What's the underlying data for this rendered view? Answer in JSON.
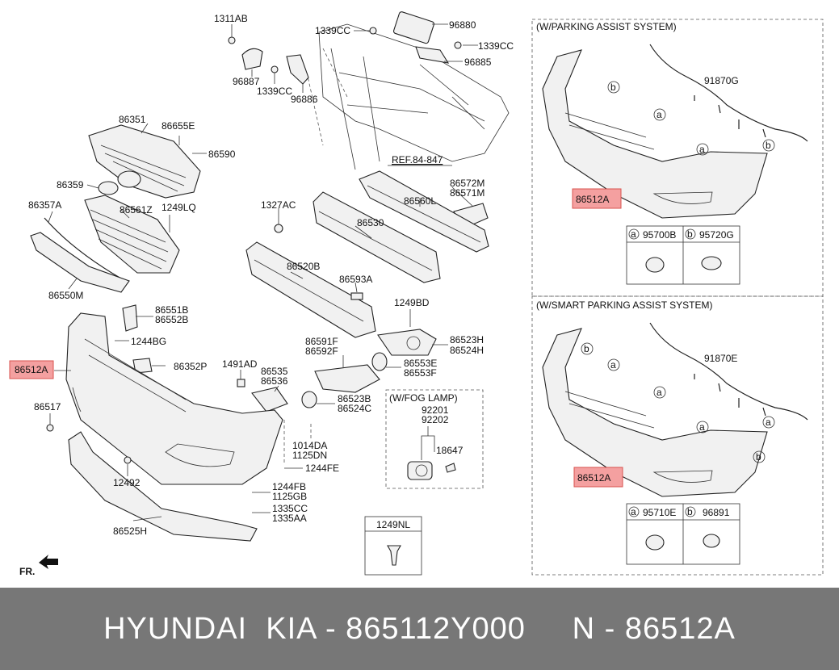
{
  "labels": {
    "l1311AB": "1311AB",
    "l1339CC_a": "1339CC",
    "l96880": "96880",
    "l1339CC_b": "1339CC",
    "l96885": "96885",
    "l96887": "96887",
    "l1339CC_c": "1339CC",
    "l96886": "96886",
    "ref": "REF.84-847",
    "l86351": "86351",
    "l86655E": "86655E",
    "l86590": "86590",
    "l86359": "86359",
    "l86357A": "86357A",
    "l86561Z": "86561Z",
    "l1249LQ": "1249LQ",
    "l86550M": "86550M",
    "l86572M": "86572M",
    "l86571M": "86571M",
    "l86560L": "86560L",
    "l1327AC": "1327AC",
    "l86530": "86530",
    "l86520B": "86520B",
    "l86593A": "86593A",
    "l86551B": "86551B",
    "l86552B": "86552B",
    "l1244BG": "1244BG",
    "l86512A": "86512A",
    "l86352P": "86352P",
    "l1249BD": "1249BD",
    "l86523H": "86523H",
    "l86524H": "86524H",
    "l86591F": "86591F",
    "l86592F": "86592F",
    "l86553E": "86553E",
    "l86553F": "86553F",
    "l1491AD": "1491AD",
    "l86535": "86535",
    "l86536": "86536",
    "l86523B": "86523B",
    "l86524C": "86524C",
    "l86517": "86517",
    "l1014DA": "1014DA",
    "l1125DN": "1125DN",
    "l1244FE": "1244FE",
    "l12492": "12492",
    "l1244FB": "1244FB",
    "l1125GB": "1125GB",
    "l1335CC": "1335CC",
    "l1335AA": "1335AA",
    "l86525H": "86525H",
    "fr": "FR.",
    "fog_title": "(W/FOG LAMP)",
    "l92201": "92201",
    "l92202": "92202",
    "l18647": "18647",
    "l1249NL": "1249NL",
    "pas_title": "(W/PARKING ASSIST SYSTEM)",
    "l91870G": "91870G",
    "pas_86512A": "86512A",
    "pas_a": "a",
    "pas_b": "b",
    "pas_95700B": "95700B",
    "pas_95720G": "95720G",
    "spas_title": "(W/SMART PARKING ASSIST SYSTEM)",
    "l91870E": "91870E",
    "spas_86512A": "86512A",
    "spas_95710E": "95710E",
    "spas_96891": "96891"
  },
  "footer": {
    "text": "HYUNDAI  KIA - 865112Y000     N - 86512A"
  },
  "colors": {
    "highlight": "#f4a0a0",
    "footer_bg": "#777777"
  }
}
